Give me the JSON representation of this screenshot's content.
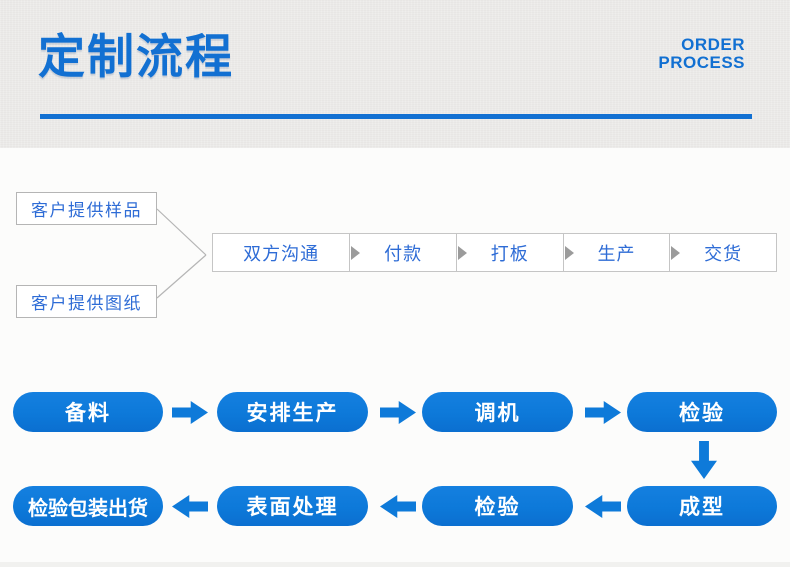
{
  "header": {
    "title": "定制流程",
    "subtitle_lines": [
      "ORDER",
      "PROCESS"
    ]
  },
  "colors": {
    "accent_blue": "#1270d2",
    "pill_blue": "#0d79d9",
    "flow_text_blue": "#2e6cd6",
    "border_gray": "#c5c5c5",
    "separator_gray": "#9b9b9b",
    "band_gray": "#edecea"
  },
  "pre_flow": {
    "sources": [
      {
        "label": "客户提供样品"
      },
      {
        "label": "客户提供图纸"
      }
    ],
    "steps": [
      {
        "label": "双方沟通"
      },
      {
        "label": "付款"
      },
      {
        "label": "打板"
      },
      {
        "label": "生产"
      },
      {
        "label": "交货"
      }
    ]
  },
  "production_flow": {
    "row1": [
      {
        "label": "备料"
      },
      {
        "label": "安排生产"
      },
      {
        "label": "调机"
      },
      {
        "label": "检验"
      }
    ],
    "row2": [
      {
        "label": "成型"
      },
      {
        "label": "检验"
      },
      {
        "label": "表面处理"
      },
      {
        "label": "检验包装出货"
      }
    ]
  }
}
